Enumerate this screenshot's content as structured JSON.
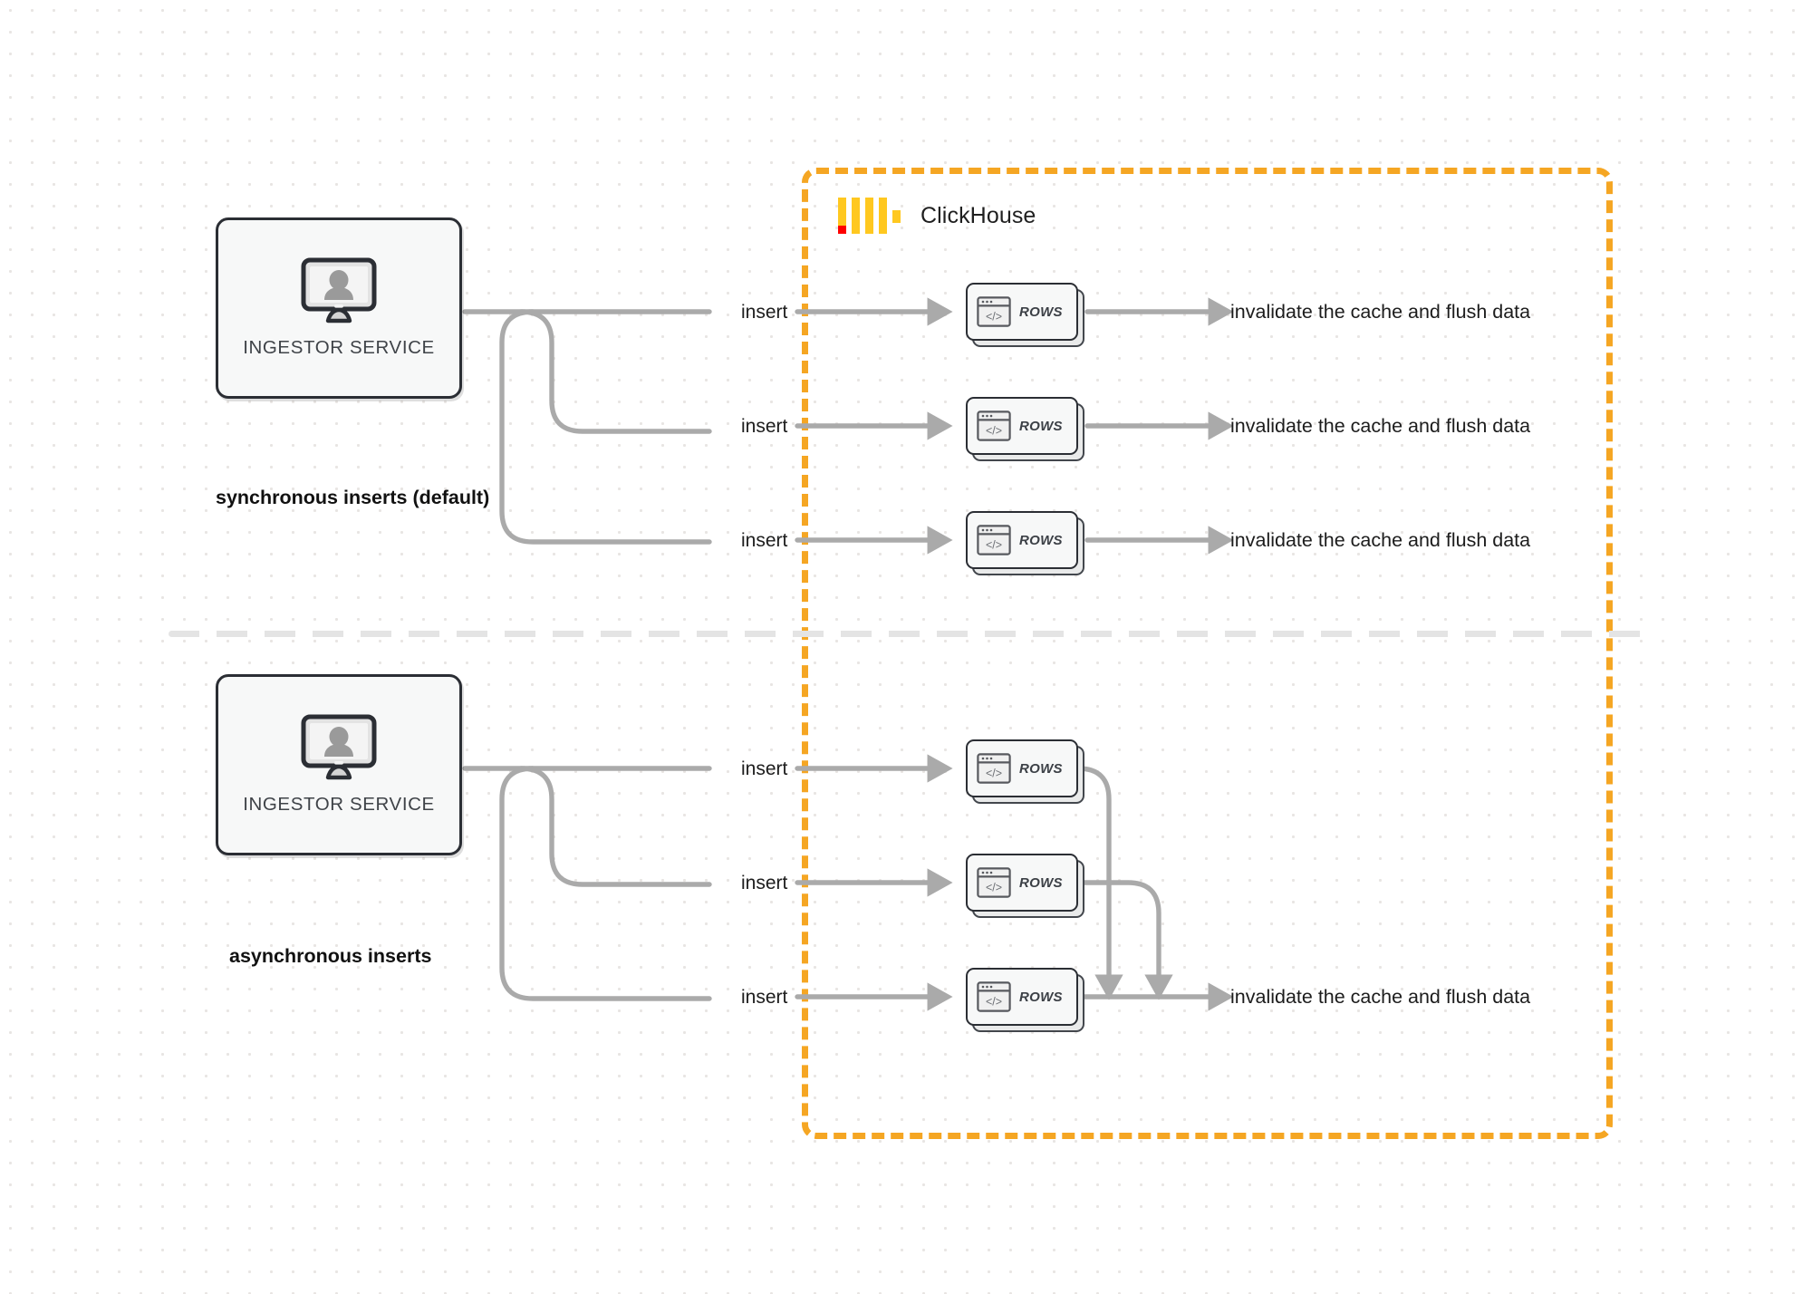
{
  "diagram": {
    "title": "ClickHouse synchronous vs asynchronous inserts",
    "colors": {
      "accent_orange": "#f5a623",
      "logo_yellow": "#ffc820",
      "logo_red": "#ff0000",
      "edge_gray": "#aaaaaa",
      "node_outline": "#2b2e34",
      "node_fill": "#f7f8f8",
      "text_dark": "#1c1c1c",
      "divider_gray": "#e4e4e4",
      "background": "#ffffff",
      "dot_grid": "#e8e5e3"
    }
  },
  "clickhouse_boundary": {
    "title": "ClickHouse",
    "logo_name": "clickhouse-logo"
  },
  "sections": [
    {
      "id": "synchronous",
      "caption": "synchronous inserts (default)",
      "source": {
        "label": "INGESTOR SERVICE",
        "icon": "monitor-user-icon"
      },
      "edges": [
        {
          "label": "insert"
        },
        {
          "label": "insert"
        },
        {
          "label": "insert"
        }
      ],
      "nodes": [
        {
          "label": "ROWS",
          "icon": "code-window-icon"
        },
        {
          "label": "ROWS",
          "icon": "code-window-icon"
        },
        {
          "label": "ROWS",
          "icon": "code-window-icon"
        }
      ],
      "outputs": [
        {
          "label": "invalidate the cache and flush data"
        },
        {
          "label": "invalidate the cache and flush data"
        },
        {
          "label": "invalidate the cache and flush data"
        }
      ]
    },
    {
      "id": "asynchronous",
      "caption": "asynchronous inserts",
      "source": {
        "label": "INGESTOR SERVICE",
        "icon": "monitor-user-icon"
      },
      "edges": [
        {
          "label": "insert"
        },
        {
          "label": "insert"
        },
        {
          "label": "insert"
        }
      ],
      "nodes": [
        {
          "label": "ROWS",
          "icon": "code-window-icon"
        },
        {
          "label": "ROWS",
          "icon": "code-window-icon"
        },
        {
          "label": "ROWS",
          "icon": "code-window-icon"
        }
      ],
      "outputs": [
        {
          "label": "invalidate the cache and flush data"
        }
      ]
    }
  ]
}
